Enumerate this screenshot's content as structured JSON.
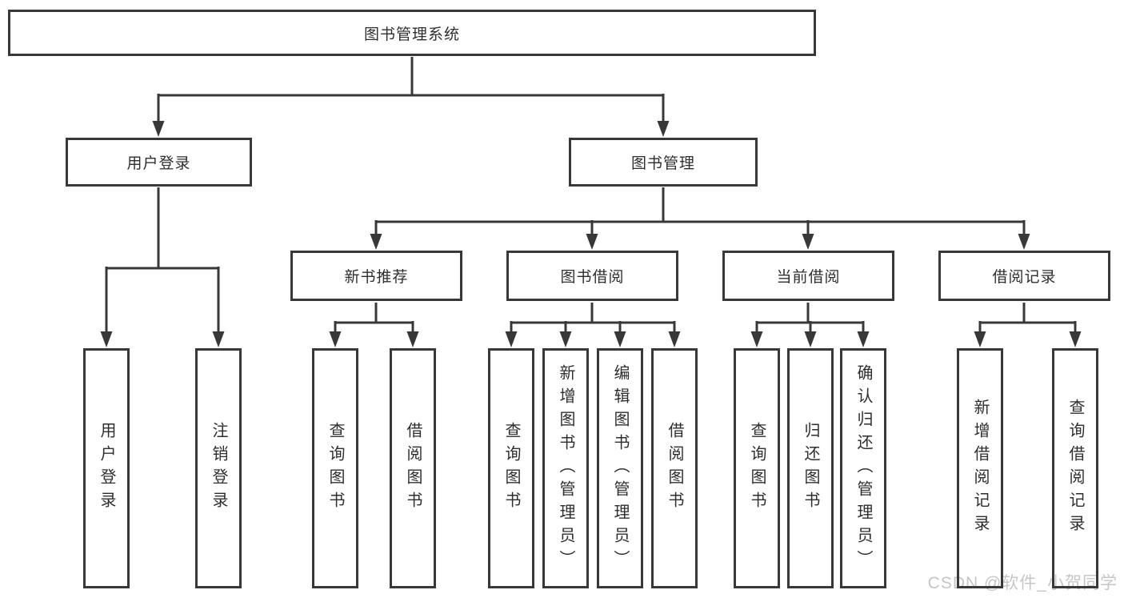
{
  "diagram": {
    "background": "#ffffff",
    "line_color": "#383838",
    "text_color": "#2e2e2e",
    "nodes": {
      "root": {
        "label": "图书管理系统"
      },
      "user_login": {
        "label": "用户登录"
      },
      "book_mgmt": {
        "label": "图书管理"
      },
      "new_book_rec": {
        "label": "新书推荐"
      },
      "book_borrow": {
        "label": "图书借阅"
      },
      "current_borrow": {
        "label": "当前借阅"
      },
      "borrow_records": {
        "label": "借阅记录"
      },
      "leaf_user_login": {
        "label": "用户登录"
      },
      "leaf_logout": {
        "label": "注销登录"
      },
      "leaf_nb_query_books": {
        "label": "查询图书"
      },
      "leaf_nb_borrow_books": {
        "label": "借阅图书"
      },
      "leaf_bb_query_books": {
        "label": "查询图书"
      },
      "leaf_bb_add_books": {
        "label": "新增图书（管理员）"
      },
      "leaf_bb_edit_books": {
        "label": "编辑图书（管理员）"
      },
      "leaf_bb_borrow_books": {
        "label": "借阅图书"
      },
      "leaf_cb_query_books": {
        "label": "查询图书"
      },
      "leaf_cb_return_books": {
        "label": "归还图书"
      },
      "leaf_cb_confirm_return": {
        "label": "确认归还（管理员）"
      },
      "leaf_br_add_record": {
        "label": "新增借阅记录"
      },
      "leaf_br_query_record": {
        "label": "查询借阅记录"
      }
    },
    "tree": {
      "图书管理系统": {
        "用户登录": [
          "用户登录",
          "注销登录"
        ],
        "图书管理": {
          "新书推荐": [
            "查询图书",
            "借阅图书"
          ],
          "图书借阅": [
            "查询图书",
            "新增图书（管理员）",
            "编辑图书（管理员）",
            "借阅图书"
          ],
          "当前借阅": [
            "查询图书",
            "归还图书",
            "确认归还（管理员）"
          ],
          "借阅记录": [
            "新增借阅记录",
            "查询借阅记录"
          ]
        }
      }
    },
    "watermark": {
      "text": "CSDN @软件_小贺同学",
      "color": "#c6c6c6"
    }
  }
}
